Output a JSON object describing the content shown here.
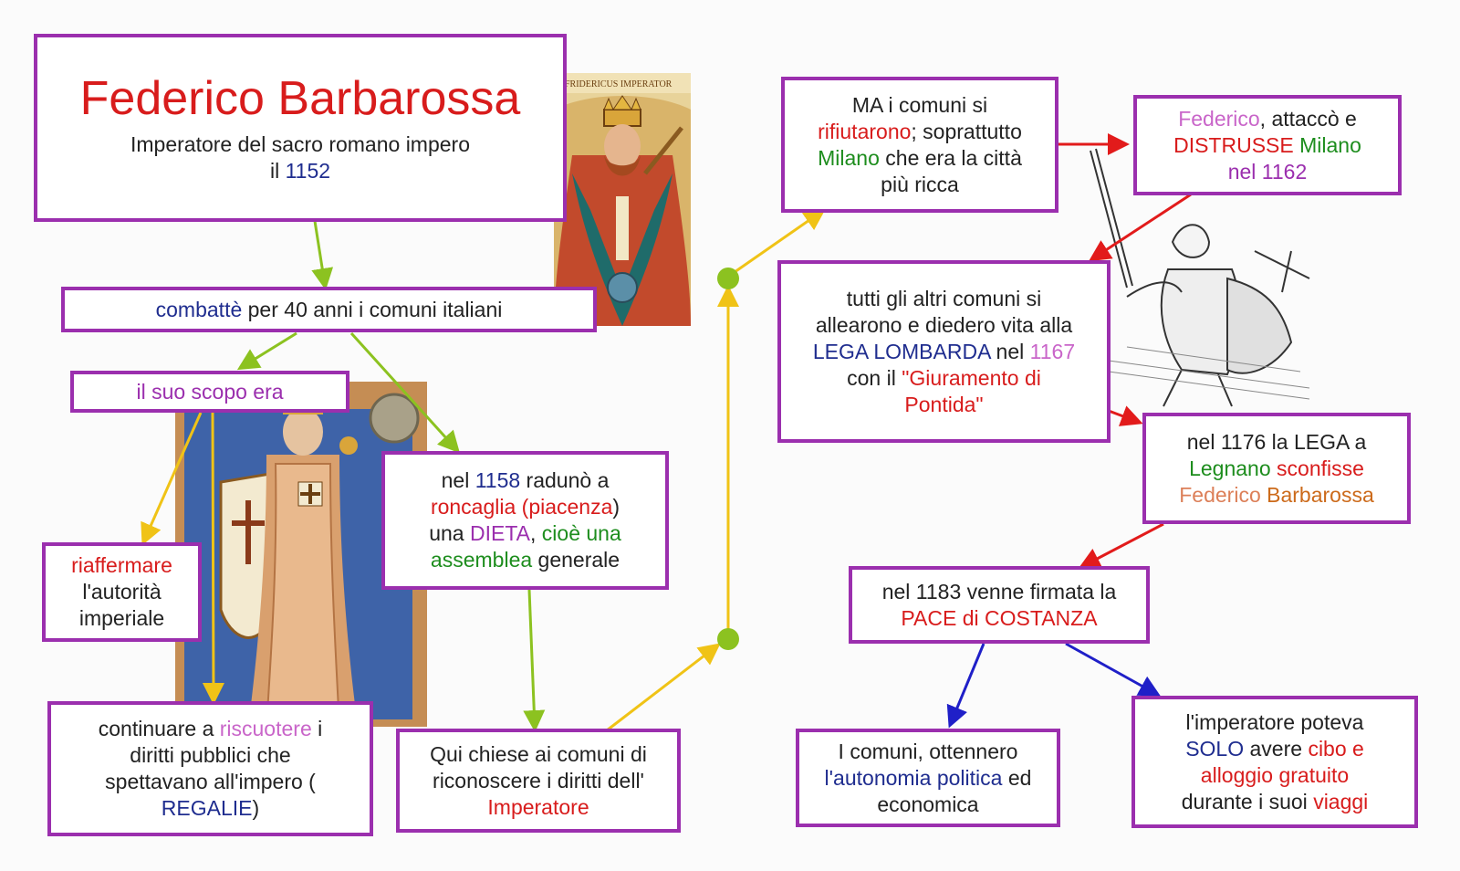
{
  "title": "Federico Barbarossa",
  "subtitle": [
    [
      {
        "t": "Imperatore del sacro romano impero",
        "c": "black"
      }
    ],
    [
      {
        "t": "il ",
        "c": "black"
      },
      {
        "t": "1152",
        "c": "blue"
      }
    ]
  ],
  "colors": {
    "border": "#9b2fae",
    "green_arrow": "#8cc220",
    "yellow_arrow": "#f0c316",
    "red_arrow": "#e21b1b",
    "blue_arrow": "#1f1fc8",
    "node_dot": "#8cc220"
  },
  "images": {
    "crowned_emperor": "medieval-crowned-emperor-portrait",
    "illumination": "medieval-illuminated-manuscript-emperor",
    "knight": "knight-with-sword-and-shield-sketch"
  },
  "nodes": {
    "combatte": [
      [
        {
          "t": "combattè",
          "c": "blue"
        },
        {
          "t": " per 40 anni i comuni italiani",
          "c": "black"
        }
      ]
    ],
    "scopo": [
      [
        {
          "t": "il suo scopo era",
          "c": "purple"
        }
      ]
    ],
    "riaffermare": [
      [
        {
          "t": "riaffermare",
          "c": "red"
        }
      ],
      [
        {
          "t": "l'autorità",
          "c": "black"
        }
      ],
      [
        {
          "t": "imperiale",
          "c": "black"
        }
      ]
    ],
    "continuare": [
      [
        {
          "t": "continuare a ",
          "c": "black"
        },
        {
          "t": "riscuotere",
          "c": "pink"
        },
        {
          "t": " i",
          "c": "black"
        }
      ],
      [
        {
          "t": "diritti pubblici che",
          "c": "black"
        }
      ],
      [
        {
          "t": "spettavano all'impero (",
          "c": "black"
        }
      ],
      [
        {
          "t": "REGALIE",
          "c": "blue"
        },
        {
          "t": ")",
          "c": "black"
        }
      ]
    ],
    "dieta": [
      [
        {
          "t": "nel ",
          "c": "black"
        },
        {
          "t": "1158",
          "c": "blue"
        },
        {
          "t": " radunò a",
          "c": "black"
        }
      ],
      [
        {
          "t": "roncaglia (piacenza",
          "c": "red"
        },
        {
          "t": ")",
          "c": "black"
        }
      ],
      [
        {
          "t": "una ",
          "c": "black"
        },
        {
          "t": "DIETA",
          "c": "purple"
        },
        {
          "t": ", ",
          "c": "black"
        },
        {
          "t": "cioè una",
          "c": "green"
        }
      ],
      [
        {
          "t": "assemblea",
          "c": "green"
        },
        {
          "t": " generale",
          "c": "black"
        }
      ]
    ],
    "chiese": [
      [
        {
          "t": "Qui chiese ai comuni di",
          "c": "black"
        }
      ],
      [
        {
          "t": "riconoscere i diritti dell'",
          "c": "black"
        }
      ],
      [
        {
          "t": "Imperatore",
          "c": "red"
        }
      ]
    ],
    "rifiutarono": [
      [
        {
          "t": "MA i comuni si",
          "c": "black"
        }
      ],
      [
        {
          "t": "rifiutarono",
          "c": "red"
        },
        {
          "t": "; soprattutto",
          "c": "black"
        }
      ],
      [
        {
          "t": "Milano",
          "c": "green"
        },
        {
          "t": " che era la città",
          "c": "black"
        }
      ],
      [
        {
          "t": "più ricca",
          "c": "black"
        }
      ]
    ],
    "distrusse": [
      [
        {
          "t": "Federico",
          "c": "pink"
        },
        {
          "t": ", attaccò e",
          "c": "black"
        }
      ],
      [
        {
          "t": "DISTRUSSE",
          "c": "red"
        },
        {
          "t": " ",
          "c": "black"
        },
        {
          "t": "Milano",
          "c": "green"
        }
      ],
      [
        {
          "t": "nel 1162",
          "c": "purple"
        }
      ]
    ],
    "lega": [
      [
        {
          "t": "tutti gli altri comuni si",
          "c": "black"
        }
      ],
      [
        {
          "t": "allearono e diedero vita alla",
          "c": "black"
        }
      ],
      [
        {
          "t": "LEGA LOMBARDA",
          "c": "blue"
        },
        {
          "t": " nel ",
          "c": "black"
        },
        {
          "t": "1167",
          "c": "pink"
        }
      ],
      [
        {
          "t": "con il ",
          "c": "black"
        },
        {
          "t": "\"Giuramento di",
          "c": "red"
        }
      ],
      [
        {
          "t": "Pontida\"",
          "c": "red"
        }
      ]
    ],
    "legnano": [
      [
        {
          "t": "nel 1176 la LEGA a",
          "c": "black"
        }
      ],
      [
        {
          "t": "Legnano",
          "c": "green"
        },
        {
          "t": " ",
          "c": "black"
        },
        {
          "t": "sconfisse",
          "c": "red"
        }
      ],
      [
        {
          "t": "Federico",
          "c": "salmon"
        },
        {
          "t": " ",
          "c": "black"
        },
        {
          "t": "Barbarossa",
          "c": "orange"
        }
      ]
    ],
    "pace": [
      [
        {
          "t": "nel 1183 venne firmata la",
          "c": "black"
        }
      ],
      [
        {
          "t": "PACE di COSTANZA",
          "c": "red"
        }
      ]
    ],
    "autonomia": [
      [
        {
          "t": "I comuni, ottennero",
          "c": "black"
        }
      ],
      [
        {
          "t": "l'autonomia politica",
          "c": "blue"
        },
        {
          "t": " ed",
          "c": "black"
        }
      ],
      [
        {
          "t": "economica",
          "c": "black"
        }
      ]
    ],
    "imperatore": [
      [
        {
          "t": "l'imperatore poteva",
          "c": "black"
        }
      ],
      [
        {
          "t": "SOLO",
          "c": "blue"
        },
        {
          "t": " avere ",
          "c": "black"
        },
        {
          "t": "cibo e",
          "c": "red"
        }
      ],
      [
        {
          "t": "alloggio gratuito",
          "c": "red"
        }
      ],
      [
        {
          "t": "durante i suoi ",
          "c": "black"
        },
        {
          "t": "viaggi",
          "c": "red"
        }
      ]
    ]
  }
}
